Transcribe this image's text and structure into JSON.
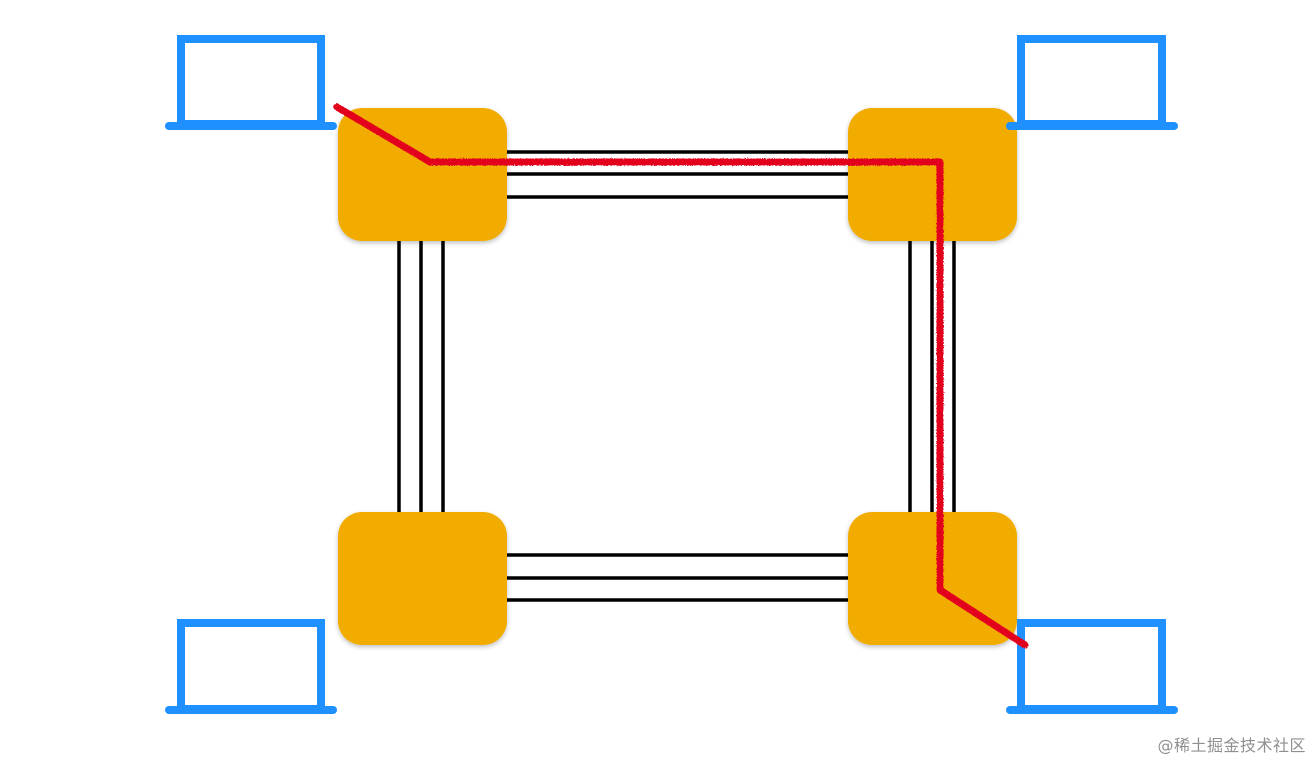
{
  "watermark": "@稀土掘金技术社区",
  "colors": {
    "switch_fill": "#F2AC00",
    "laptop_stroke": "#1E90FF",
    "link_stroke": "#000000",
    "path_stroke": "#E3001B",
    "background": "#FFFFFF"
  },
  "icons": {
    "switch": "rounded-square",
    "host": "laptop-outline",
    "route": "hand-drawn-red-path"
  }
}
